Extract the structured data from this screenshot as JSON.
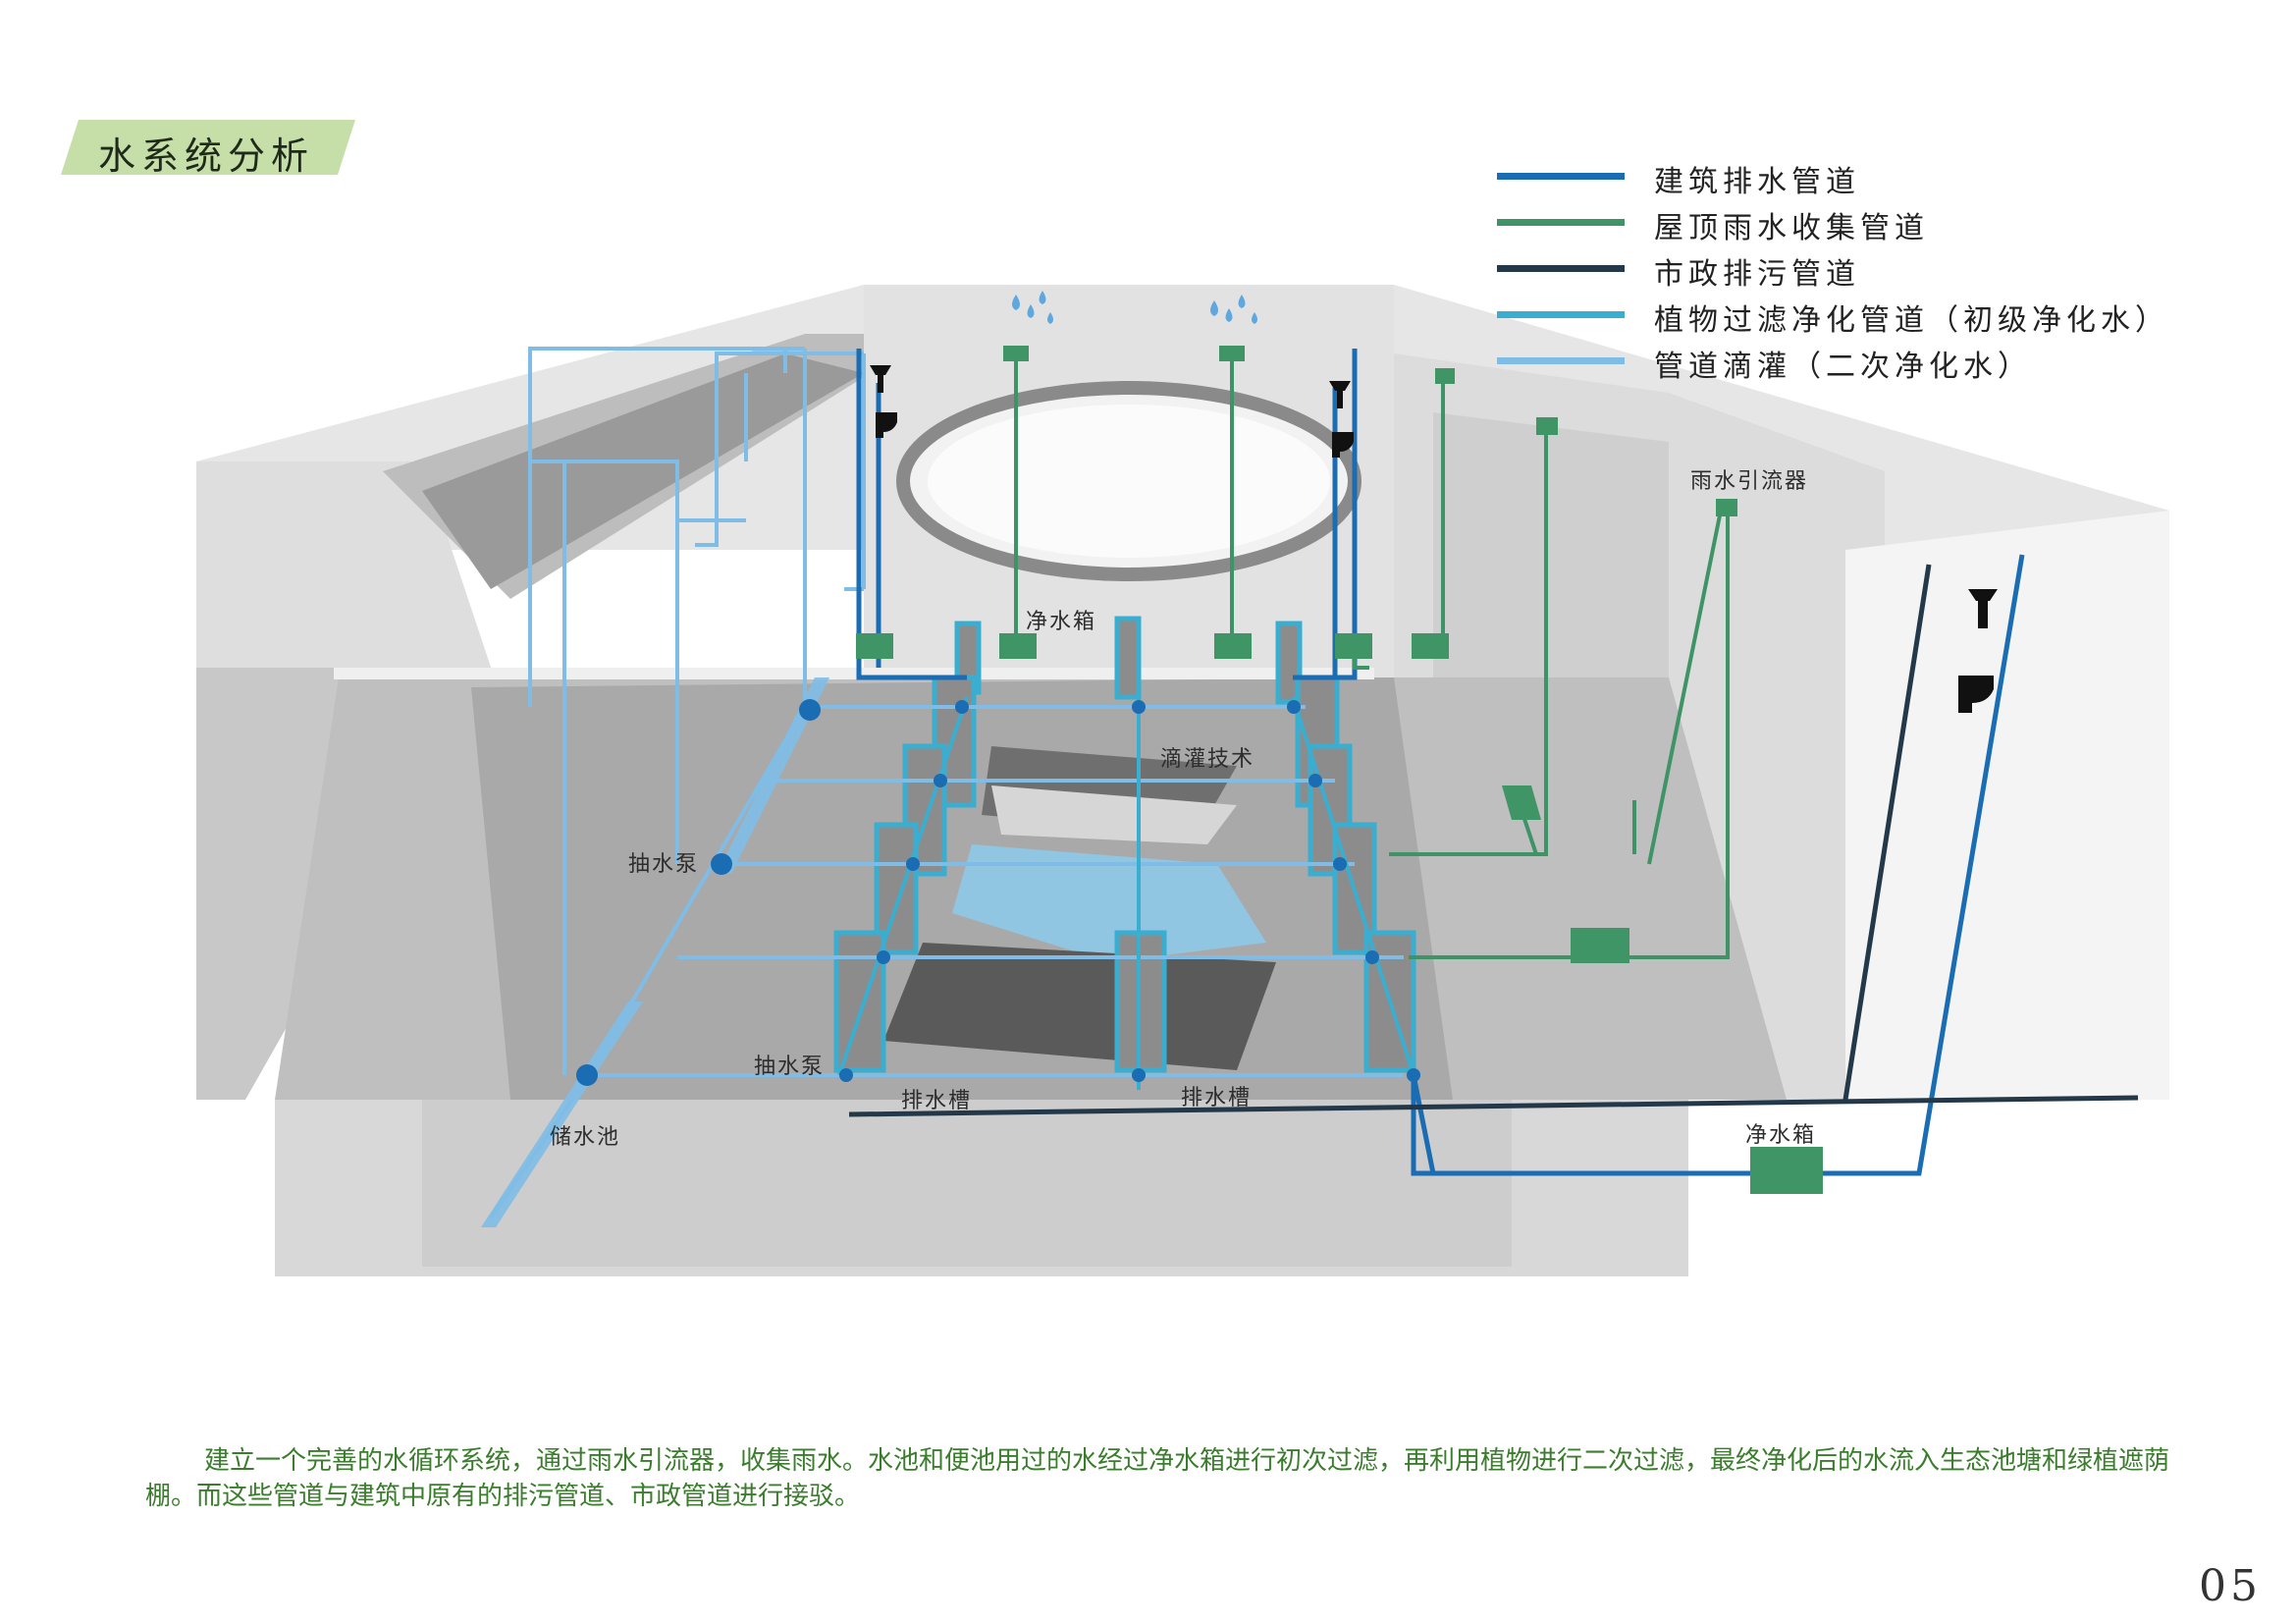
{
  "title": "水系统分析",
  "legend": [
    {
      "label": "建筑排水管道",
      "color": "#1a6cb3"
    },
    {
      "label": "屋顶雨水收集管道",
      "color": "#3e9466"
    },
    {
      "label": "市政排污管道",
      "color": "#233849"
    },
    {
      "label": "植物过滤净化管道（初级净化水）",
      "color": "#3aaed0"
    },
    {
      "label": "管道滴灌（二次净化水）",
      "color": "#7fbde6"
    }
  ],
  "labels": {
    "water_box_top": "净水箱",
    "drip": "滴灌技术",
    "pump1": "抽水泵",
    "pump2": "抽水泵",
    "storage": "储水池",
    "drain1": "排水槽",
    "drain2": "排水槽",
    "diverter": "雨水引流器",
    "water_box_bottom": "净水箱"
  },
  "colors": {
    "building_drain": "#1a6cb3",
    "roof_rain": "#3e9466",
    "municipal": "#233849",
    "plant_filter": "#3aaed0",
    "drip": "#7fbde6",
    "box_green": "#3f9566",
    "title_bg": "#c6dfa9"
  },
  "description": "建立一个完善的水循环系统，通过雨水引流器，收集雨水。水池和便池用过的水经过净水箱进行初次过滤，再利用植物进行二次过滤，最终净化后的水流入生态池塘和绿植遮荫棚。而这些管道与建筑中原有的排污管道、市政管道进行接驳。",
  "page_number": "05",
  "icons": [
    "raindrop-icon",
    "toilet-icon",
    "washbasin-icon"
  ]
}
